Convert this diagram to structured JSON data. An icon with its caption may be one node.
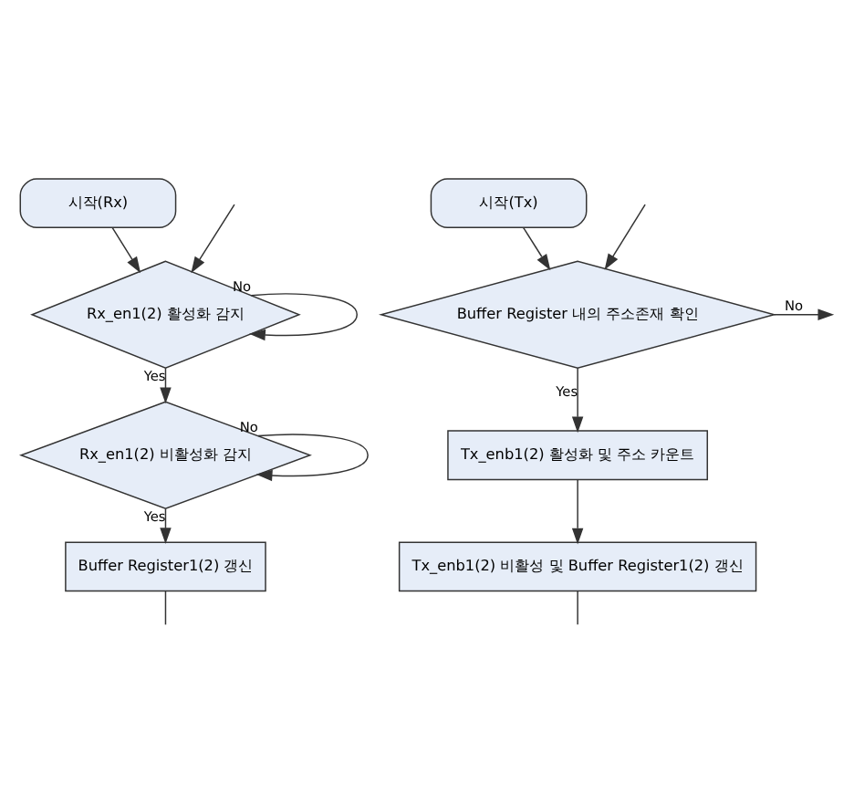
{
  "diagram": {
    "nodes": [
      {
        "text": [
          "시작(Rx)"
        ]
      },
      {
        "text": [
          "Rx_en1(2) 활성화 감지"
        ]
      },
      {
        "text": [
          "Rx_en1(2) 비활성화 감지"
        ]
      },
      {
        "text": [
          "Buffer Register1(2) 갱신"
        ]
      },
      {
        "text": [
          "시작(Tx)"
        ]
      },
      {
        "text": [
          "Buffer Register 내의 주소존재 확인"
        ]
      },
      {
        "text": [
          "Tx_enb1(2) 활성화 및 주소 카운트"
        ]
      },
      {
        "text": [
          "Tx_enb1(2) 비활성 및 Buffer Register1(2) 갱신"
        ]
      }
    ],
    "edges": [
      {
        "from": 0,
        "to": 1,
        "arrow": "to"
      },
      {
        "from": 1,
        "to": 1,
        "label": "No",
        "arrow": "to"
      },
      {
        "from": null,
        "to": 1,
        "arrow": "to"
      },
      {
        "from": 1,
        "to": 2,
        "label": "Yes",
        "arrow": "to"
      },
      {
        "from": 2,
        "to": 2,
        "label": "No",
        "arrow": "to"
      },
      {
        "from": 2,
        "to": 3,
        "label": "Yes",
        "arrow": "to"
      },
      {
        "from": 3,
        "to": null,
        "arrow": "none"
      },
      {
        "from": 4,
        "to": 5,
        "arrow": "to"
      },
      {
        "from": null,
        "to": 5,
        "arrow": "to"
      },
      {
        "from": 5,
        "to": null,
        "label": "No",
        "arrow": "to"
      },
      {
        "from": 5,
        "to": 6,
        "label": "Yes",
        "arrow": "to"
      },
      {
        "from": 6,
        "to": 7,
        "arrow": "to"
      },
      {
        "from": 7,
        "to": null,
        "arrow": "none"
      }
    ]
  }
}
